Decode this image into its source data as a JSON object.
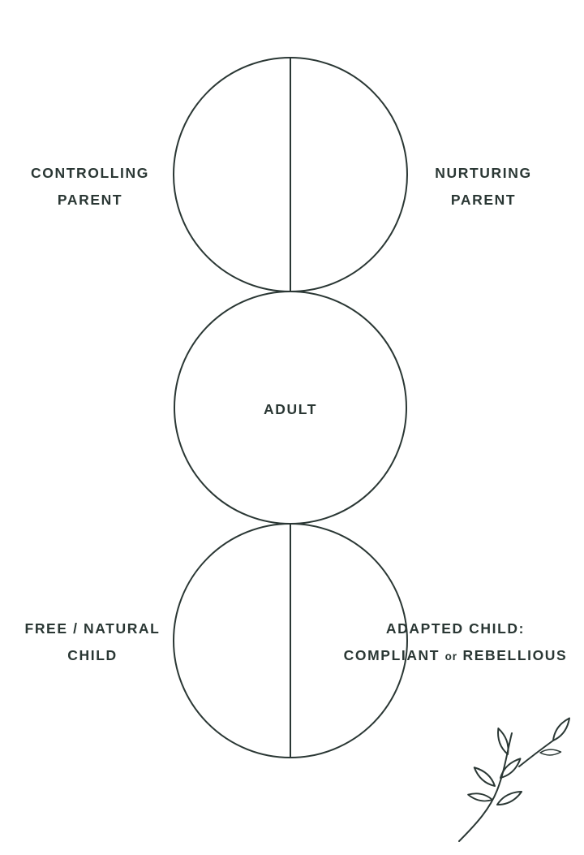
{
  "colors": {
    "ink": "#2a3734",
    "background": "#ffffff"
  },
  "diagram": {
    "type": "ego-state-model",
    "parent_circle": {
      "left_label": {
        "line1": "CONTROLLING",
        "line2": "PARENT"
      },
      "right_label": {
        "line1": "NURTURING",
        "line2": "PARENT"
      }
    },
    "adult_circle": {
      "label": "ADULT"
    },
    "child_circle": {
      "left_label": {
        "line1": "FREE / NATURAL",
        "line2": "CHILD"
      },
      "right_label": {
        "line1": "ADAPTED CHILD:",
        "line2_part1": "COMPLIANT",
        "line2_conjunction": "or",
        "line2_part2": "REBELLIOUS"
      }
    },
    "decoration": "leaf-branch-icon"
  }
}
